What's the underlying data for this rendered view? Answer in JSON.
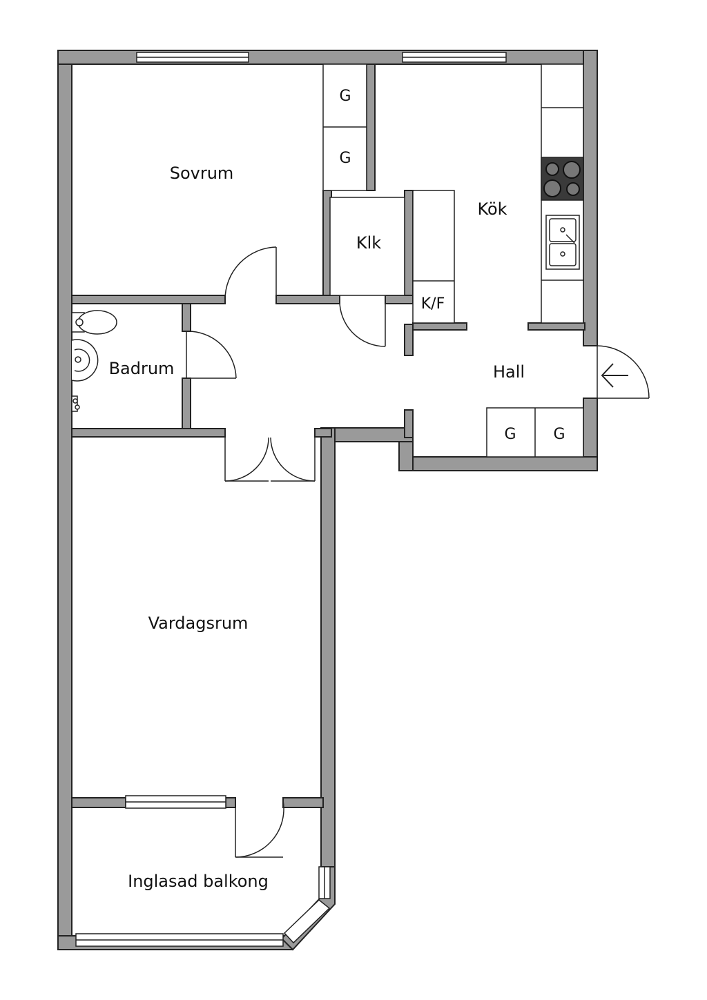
{
  "rooms": {
    "sovrum": "Sovrum",
    "kok": "Kök",
    "klk": "Klk",
    "kf": "K/F",
    "badrum": "Badrum",
    "hall": "Hall",
    "vardagsrum": "Vardagsrum",
    "balkong": "Inglasad balkong"
  },
  "closets": {
    "sovrum_1": "G",
    "sovrum_2": "G",
    "hall_1": "G",
    "hall_2": "G"
  },
  "colors": {
    "wall_fill": "#9a9a9a",
    "line": "#222222",
    "stove": "#3a3a3a"
  }
}
